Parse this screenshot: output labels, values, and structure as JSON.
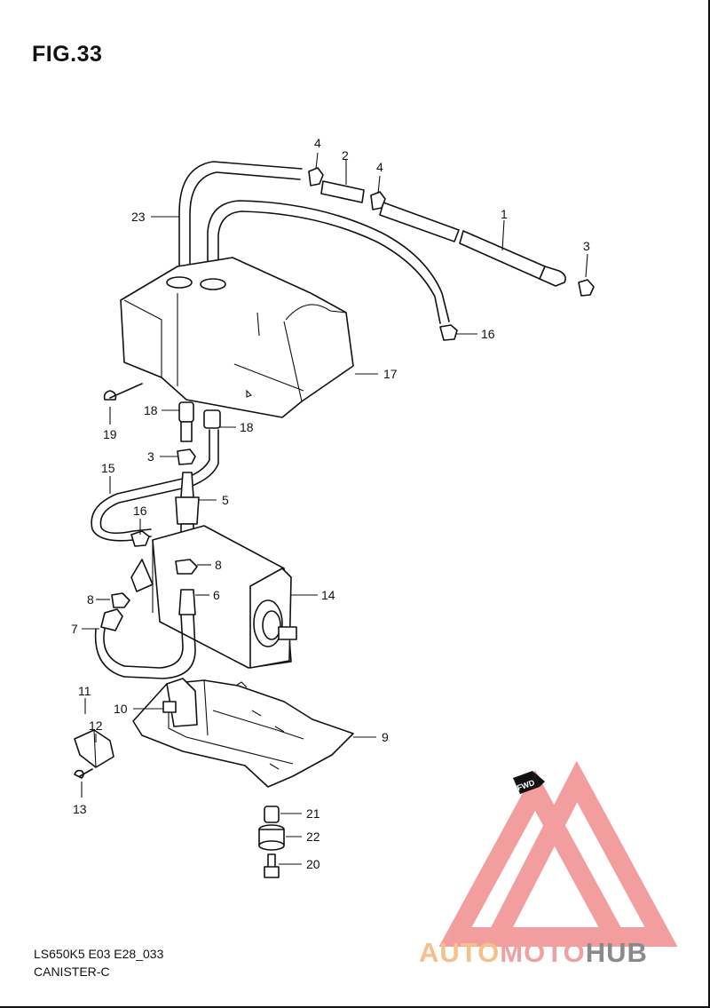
{
  "figure": {
    "title": "FIG.33"
  },
  "footer": {
    "code": "LS650K5 E03 E28_033",
    "name": "CANISTER-C"
  },
  "watermark": {
    "part1": "AUTO",
    "part2": "MOTO",
    "part3": "HUB",
    "color_orange": "#f5c08a",
    "color_pink": "#f0a0a0",
    "color_gray": "#8a8a8a",
    "triangle_color": "#f28e8e"
  },
  "fwd_marker": {
    "label": "FWD"
  },
  "callouts": [
    {
      "id": "c4a",
      "text": "4"
    },
    {
      "id": "c2",
      "text": "2"
    },
    {
      "id": "c4b",
      "text": "4"
    },
    {
      "id": "c1",
      "text": "1"
    },
    {
      "id": "c23",
      "text": "23"
    },
    {
      "id": "c3a",
      "text": "3"
    },
    {
      "id": "c16a",
      "text": "16"
    },
    {
      "id": "c17",
      "text": "17"
    },
    {
      "id": "c19",
      "text": "19"
    },
    {
      "id": "c18a",
      "text": "18"
    },
    {
      "id": "c18b",
      "text": "18"
    },
    {
      "id": "c3b",
      "text": "3"
    },
    {
      "id": "c15",
      "text": "15"
    },
    {
      "id": "c5",
      "text": "5"
    },
    {
      "id": "c16b",
      "text": "16"
    },
    {
      "id": "c8a",
      "text": "8"
    },
    {
      "id": "c14",
      "text": "14"
    },
    {
      "id": "c8b",
      "text": "8"
    },
    {
      "id": "c6",
      "text": "6"
    },
    {
      "id": "c7",
      "text": "7"
    },
    {
      "id": "c11",
      "text": "11"
    },
    {
      "id": "c10",
      "text": "10"
    },
    {
      "id": "c12",
      "text": "12"
    },
    {
      "id": "c9",
      "text": "9"
    },
    {
      "id": "c13",
      "text": "13"
    },
    {
      "id": "c21",
      "text": "21"
    },
    {
      "id": "c22",
      "text": "22"
    },
    {
      "id": "c20",
      "text": "20"
    }
  ]
}
